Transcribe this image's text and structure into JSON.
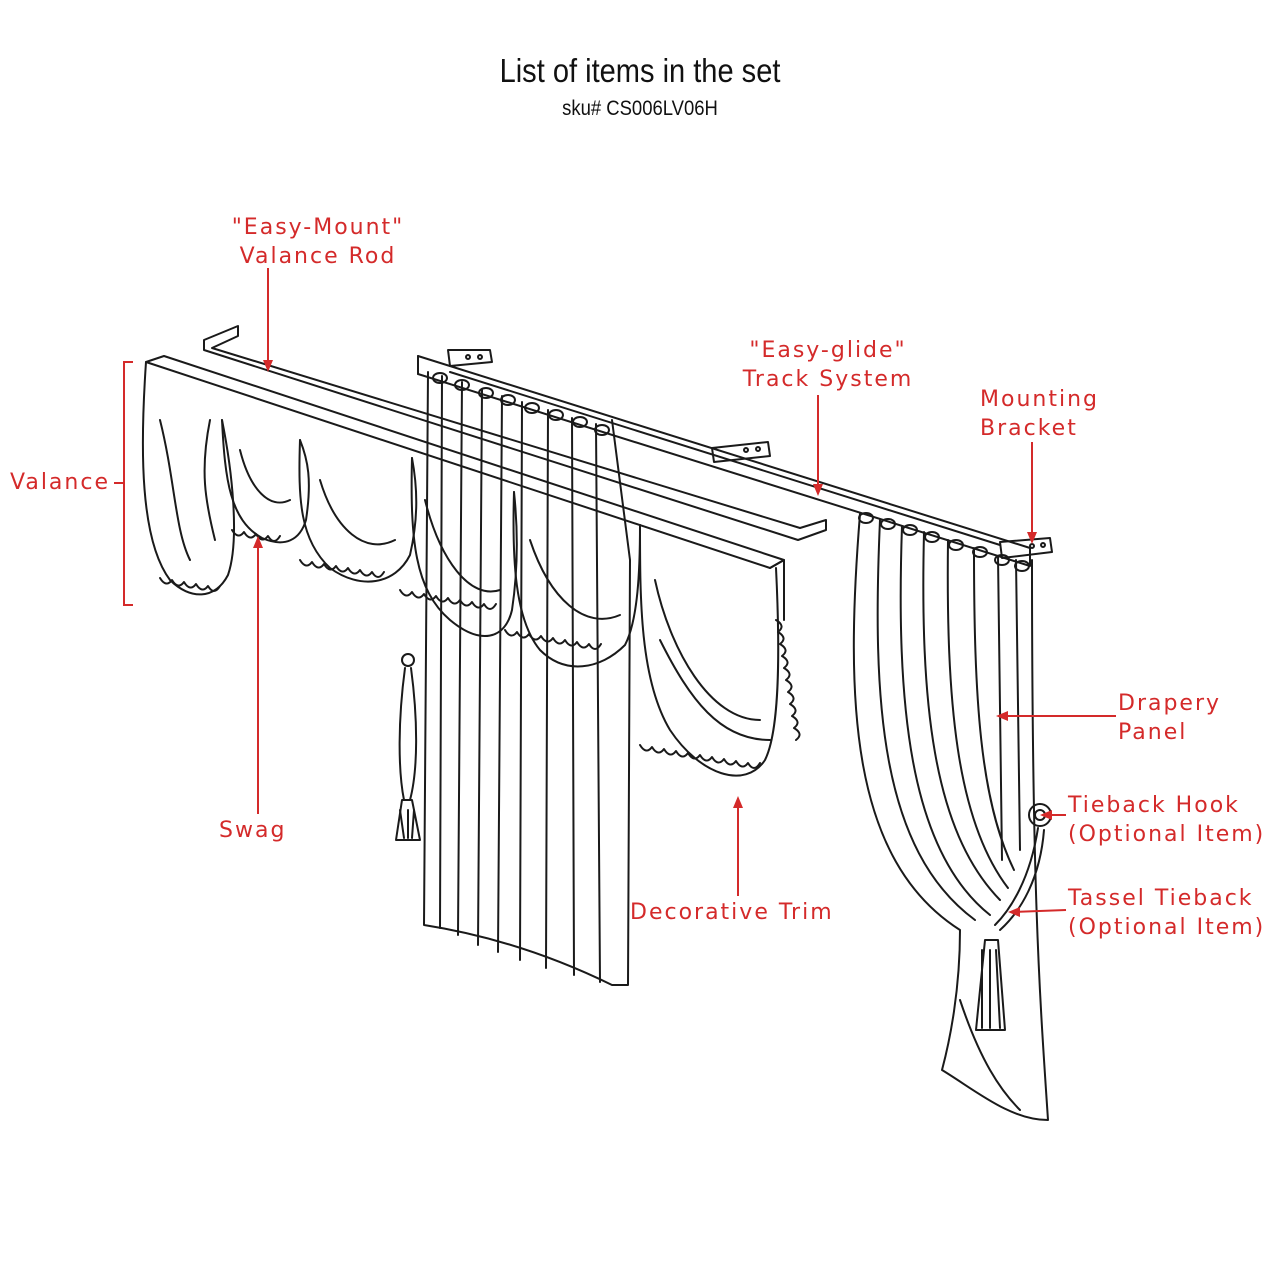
{
  "header": {
    "title": "List of items in the set",
    "sku": "sku# CS006LV06H"
  },
  "colors": {
    "label": "#d42a2a",
    "drawing": "#1a1a1a",
    "background": "#ffffff"
  },
  "labels": {
    "valance_rod": {
      "line1": "\"Easy-Mount\"",
      "line2": "Valance Rod"
    },
    "track_system": {
      "line1": "\"Easy-glide\"",
      "line2": "Track System"
    },
    "mounting_bracket": {
      "line1": "Mounting",
      "line2": "Bracket"
    },
    "valance": "Valance",
    "drapery_panel": {
      "line1": "Drapery",
      "line2": "Panel"
    },
    "tieback_hook": {
      "line1": "Tieback Hook",
      "line2": "(Optional Item)"
    },
    "tassel_tieback": {
      "line1": "Tassel Tieback",
      "line2": "(Optional Item)"
    },
    "swag": "Swag",
    "decorative_trim": "Decorative Trim"
  }
}
